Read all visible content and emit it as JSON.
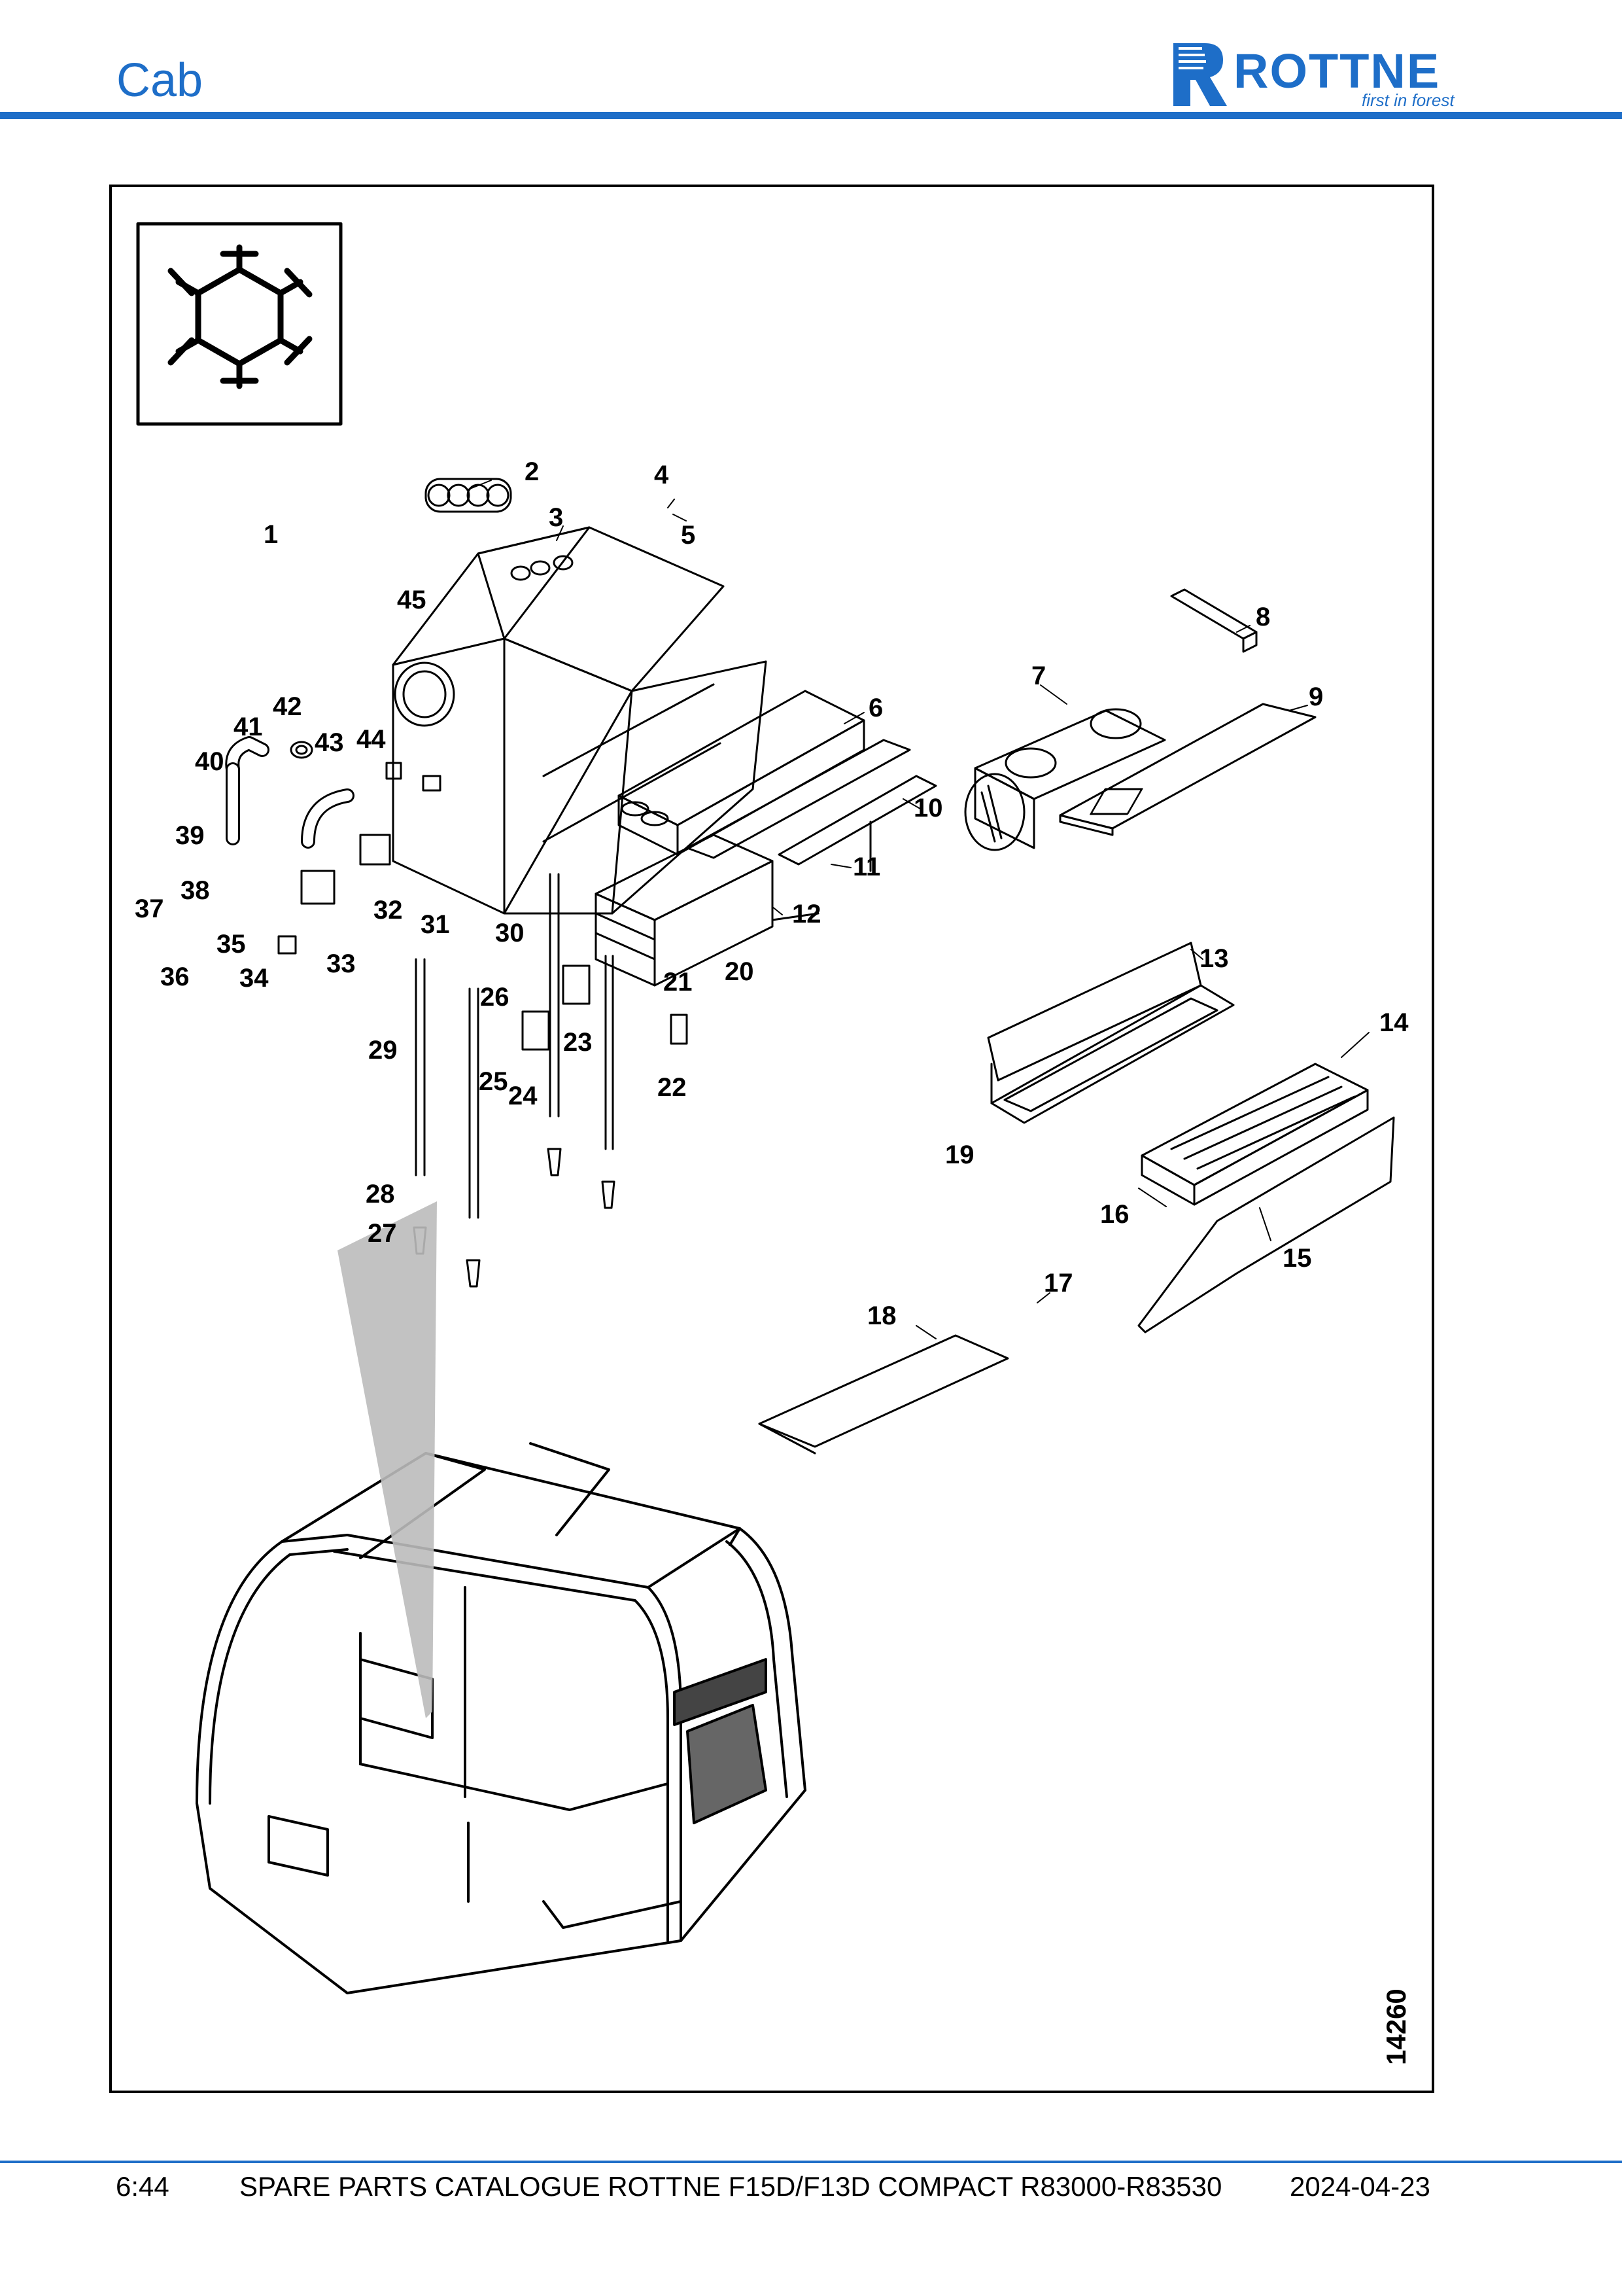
{
  "header": {
    "title": "Cab"
  },
  "logo": {
    "name": "ROTTNE",
    "tagline": "first in forest",
    "color": "#1e6ec8"
  },
  "diagram": {
    "drawing_number": "14260",
    "callouts": [
      "1",
      "2",
      "3",
      "4",
      "5",
      "6",
      "7",
      "8",
      "9",
      "10",
      "11",
      "12",
      "13",
      "14",
      "15",
      "16",
      "17",
      "18",
      "19",
      "20",
      "21",
      "22",
      "23",
      "24",
      "25",
      "26",
      "27",
      "28",
      "29",
      "30",
      "31",
      "32",
      "33",
      "34",
      "35",
      "36",
      "37",
      "38",
      "39",
      "40",
      "41",
      "42",
      "43",
      "44",
      "45"
    ]
  },
  "footer": {
    "page": "6:44",
    "title": "SPARE PARTS CATALOGUE ROTTNE F15D/F13D COMPACT R83000-R83530",
    "date": "2024-04-23"
  }
}
